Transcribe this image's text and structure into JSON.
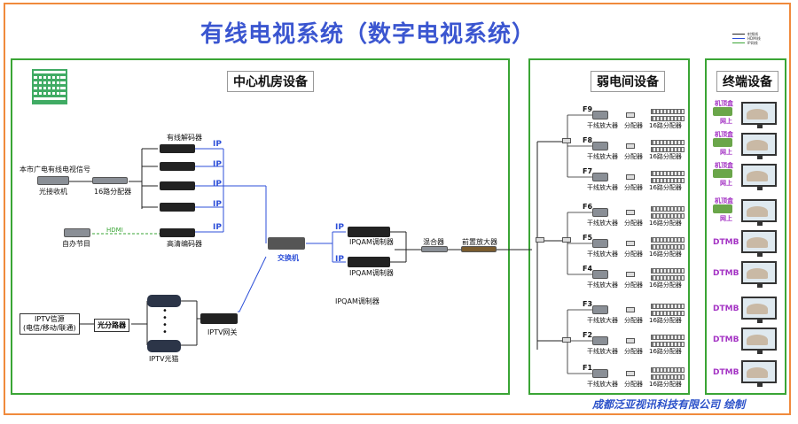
{
  "title": "有线电视系统（数字电视系统）",
  "legend": [
    {
      "label": "射频线",
      "color": "#222222"
    },
    {
      "label": "HDMI线",
      "color": "#2d4fd8"
    },
    {
      "label": "IP网线",
      "color": "#3aa535"
    }
  ],
  "sections": {
    "center": "中心机房设备",
    "weak": "弱电间设备",
    "terminal": "终端设备"
  },
  "center": {
    "signal_source": "本市广电有线电视信号",
    "optical_receiver": "光接收机",
    "splitter16": "16路分配器",
    "decoder_title": "有线解码器",
    "ip": "IP",
    "hdmi": "HDMI",
    "own_program": "自办节目",
    "hd_encoder": "高清编码器",
    "switch": "交换机",
    "ipqam1": "IPQAM调制器",
    "ipqam2": "IPQAM调制器",
    "ipqam_note": "IPQAM调制器",
    "mixer": "混合器",
    "pre_amp": "前置放大器",
    "iptv_source": "IPTV信源\n(电信/移动/联通)",
    "optical_splitter": "光分路器",
    "iptv_modem": "IPTV光猫",
    "iptv_gateway": "IPTV网关"
  },
  "weak": {
    "amp_label": "干线放大器",
    "splitter_label": "分配器",
    "splitter16_label": "16路分配器",
    "floors": [
      "F9",
      "F8",
      "F7",
      "F6",
      "F5",
      "F4",
      "F3",
      "F2",
      "F1"
    ]
  },
  "terminal": {
    "stb": "机顶盒",
    "net": "网上",
    "dtmb": "DTMB"
  },
  "footer": "成都泛亚视讯科技有限公司 绘制",
  "colors": {
    "frame": "#f08a3c",
    "section": "#3aa535",
    "title": "#3b56d0",
    "accent": "#a433c4",
    "ip_line": "#2d4fd8"
  }
}
